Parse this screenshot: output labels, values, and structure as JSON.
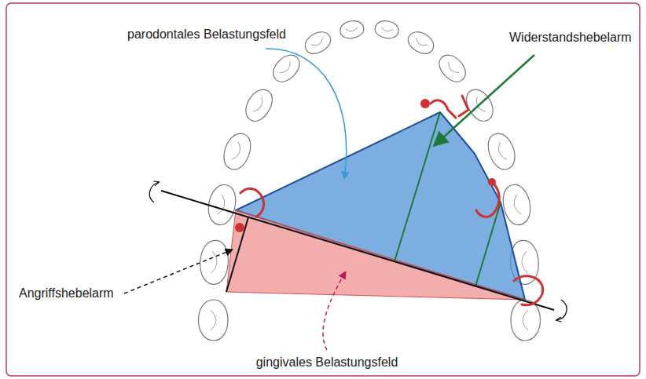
{
  "diagram": {
    "labels": [
      "parodontales Belastungsfeld",
      "Widerstandshebelarm",
      "Angriffshebelarm",
      "gingivales Belastungsfeld"
    ]
  }
}
